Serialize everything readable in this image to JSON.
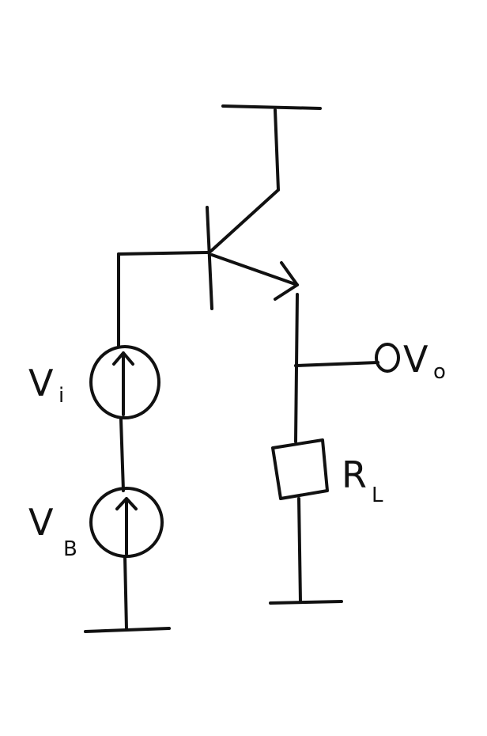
{
  "diagram": {
    "components": {
      "input_source": {
        "label": "V",
        "subscript": "i"
      },
      "bias_source": {
        "label": "V",
        "subscript": "B"
      },
      "load_resistor": {
        "label": "R",
        "subscript": "L"
      },
      "output_terminal": {
        "label": "V",
        "subscript": "o"
      }
    },
    "colors": {
      "ink": "#111111",
      "background": "#ffffff"
    }
  }
}
